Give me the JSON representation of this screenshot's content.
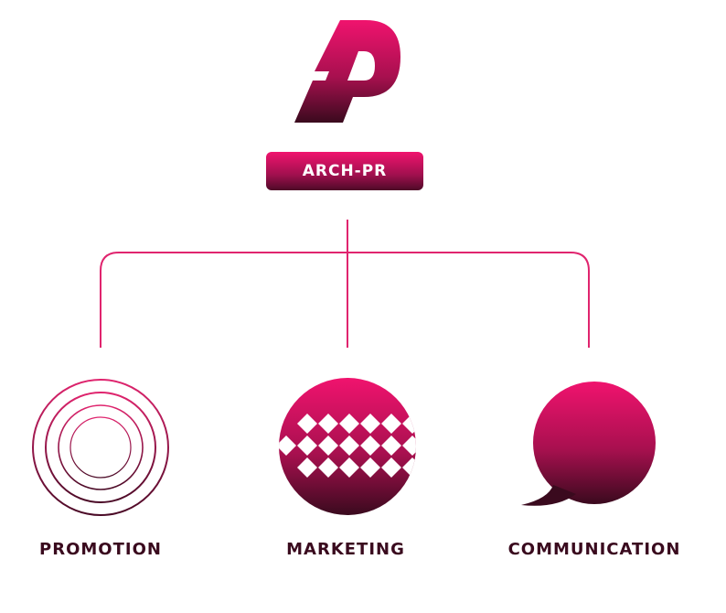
{
  "brand": {
    "logo_icon": "stylized-p-logo-icon",
    "name": "ARCH-PR"
  },
  "branches": [
    {
      "label": "PROMOTION",
      "icon": "concentric-circles-icon"
    },
    {
      "label": "MARKETING",
      "icon": "diamond-pattern-circle-icon"
    },
    {
      "label": "COMMUNICATION",
      "icon": "speech-bubble-icon"
    }
  ],
  "colors": {
    "accent": "#f0136e",
    "dark": "#3a0a1e",
    "connector": "#e0246e"
  }
}
